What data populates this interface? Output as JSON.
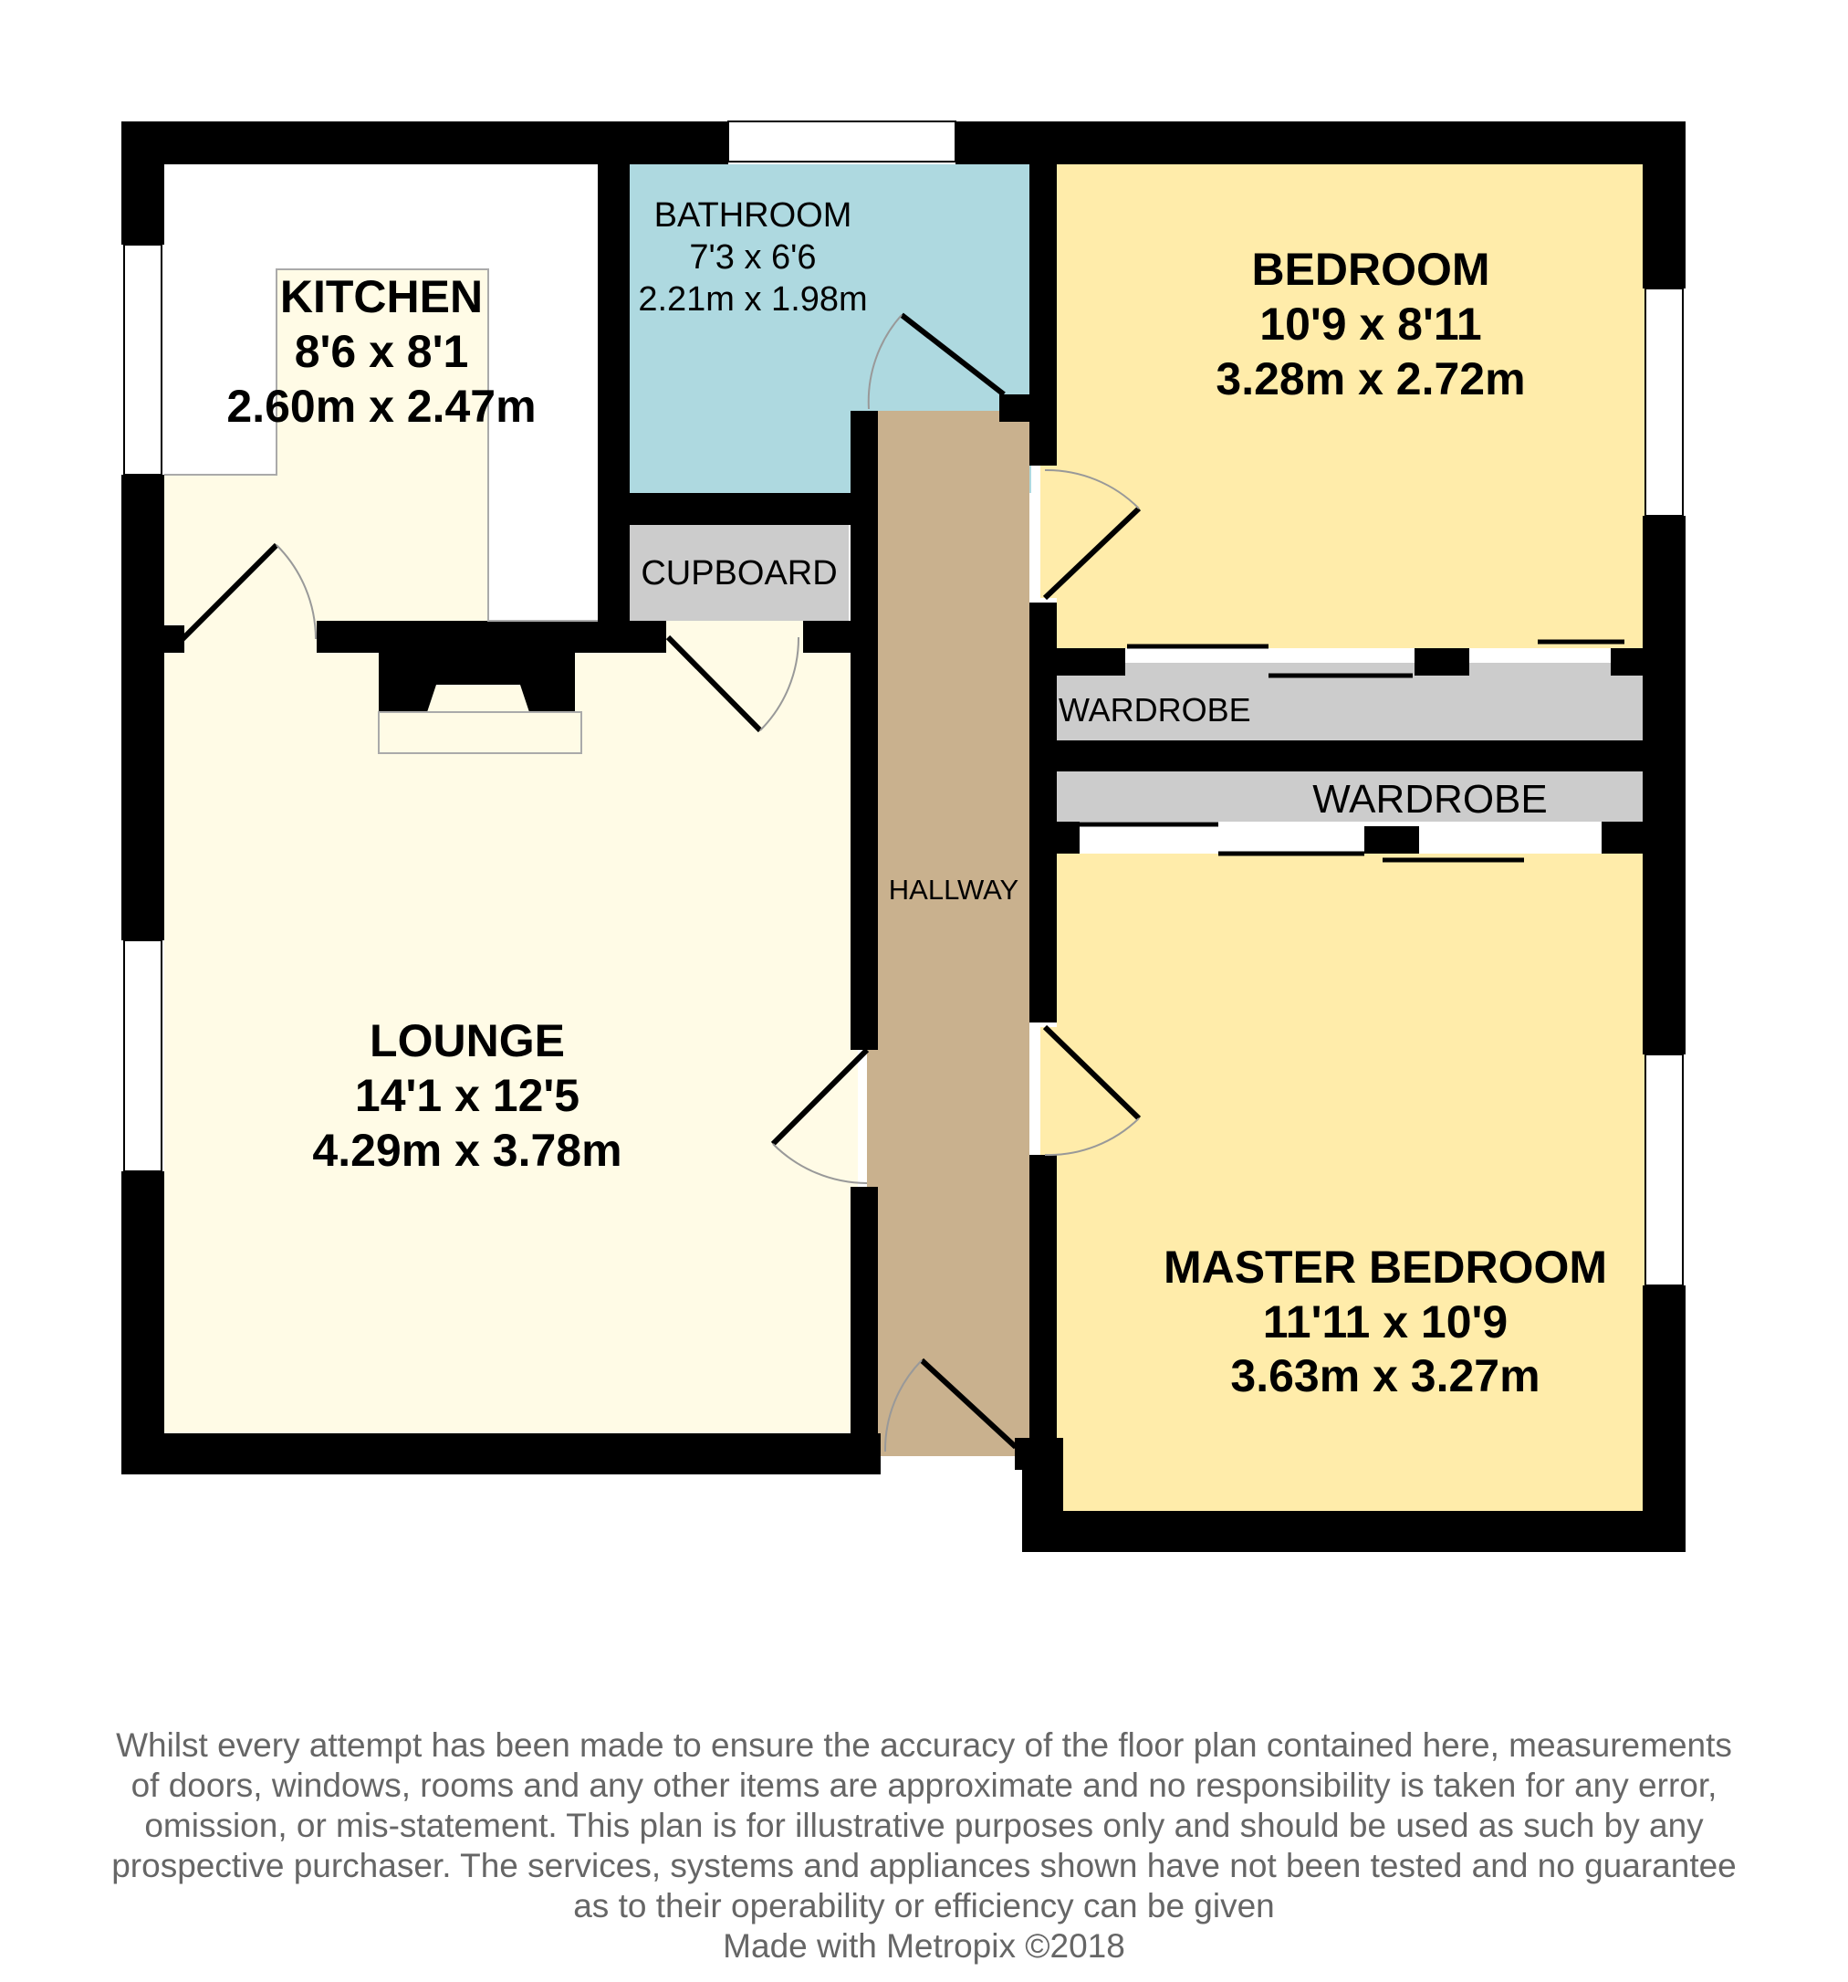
{
  "rooms": {
    "kitchen": {
      "name": "KITCHEN",
      "imperial": "8'6 x 8'1",
      "metric": "2.60m x 2.47m"
    },
    "bathroom": {
      "name": "BATHROOM",
      "imperial": "7'3 x 6'6",
      "metric": "2.21m x 1.98m"
    },
    "bedroom": {
      "name": "BEDROOM",
      "imperial": "10'9 x 8'11",
      "metric": "3.28m x 2.72m"
    },
    "cupboard": {
      "name": "CUPBOARD"
    },
    "wardrobe_upper": {
      "name": "WARDROBE"
    },
    "wardrobe_lower": {
      "name": "WARDROBE"
    },
    "hallway": {
      "name": "HALLWAY"
    },
    "lounge": {
      "name": "LOUNGE",
      "imperial": "14'1 x 12'5",
      "metric": "4.29m x 3.78m"
    },
    "master_bedroom": {
      "name": "MASTER BEDROOM",
      "imperial": "11'11 x 10'9",
      "metric": "3.63m x 3.27m"
    }
  },
  "colors": {
    "wall": "#000000",
    "kitchen_floor": "#ffffff",
    "lounge_floor": "#fffbe6",
    "bathroom_floor": "#aed9e0",
    "bedroom_floor": "#ffecaa",
    "hallway_floor": "#c9b18e",
    "storage_floor": "#cccccc"
  },
  "disclaimer": {
    "lines": [
      "Whilst every attempt has been made to ensure the accuracy of the floor plan contained here, measurements",
      "of doors, windows, rooms and any other items are approximate and no responsibility is taken for any error,",
      "omission, or mis-statement. This plan is for illustrative purposes only and should be used as such by any",
      "prospective purchaser. The services, systems and appliances shown have not been tested and no guarantee",
      "as to their operability or efficiency can be given"
    ],
    "credit": "Made with Metropix ©2018"
  }
}
